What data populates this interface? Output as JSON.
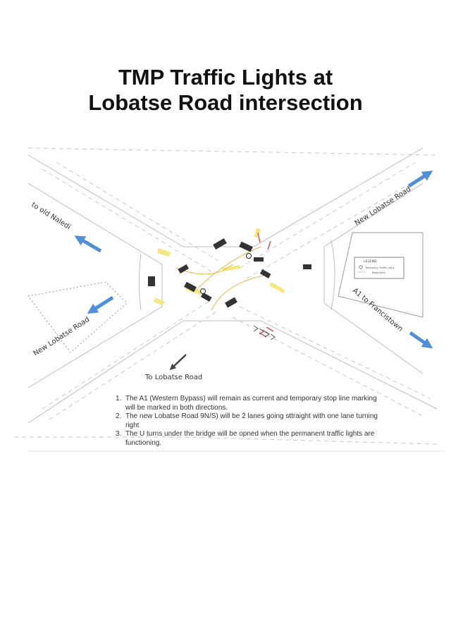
{
  "title": {
    "line1": "TMP Traffic Lights at",
    "line2": "Lobatse Road intersection"
  },
  "labels": {
    "old_naledi": "to old Naledi",
    "new_lobatse_ne": "New Lobatse Road",
    "new_lobatse_sw": "New Lobatse Road",
    "a1_francistown": "A1 to Francistown",
    "to_lobatse": "To Lobatse Road"
  },
  "legend": {
    "title": "LEGEND",
    "item1": "Temporary Traffic Light",
    "item2": "Road Mark"
  },
  "notes": [
    "The A1 (Western Bypass) will remain as current and temporary stop line marking will be marked in both directions.",
    "The new Lobatse Road 9N/S) will be 2 lanes going sttraight with one lane turning right",
    "The U turns under the bridge will be opned when the permanent traffic lights are functioning."
  ],
  "colors": {
    "arrow_blue": "#4f8fd6",
    "arrow_dark": "#444444",
    "road_line": "#b9b9b9",
    "highlight_yellow": "#f2e36b",
    "accent_red": "#d9534f"
  }
}
